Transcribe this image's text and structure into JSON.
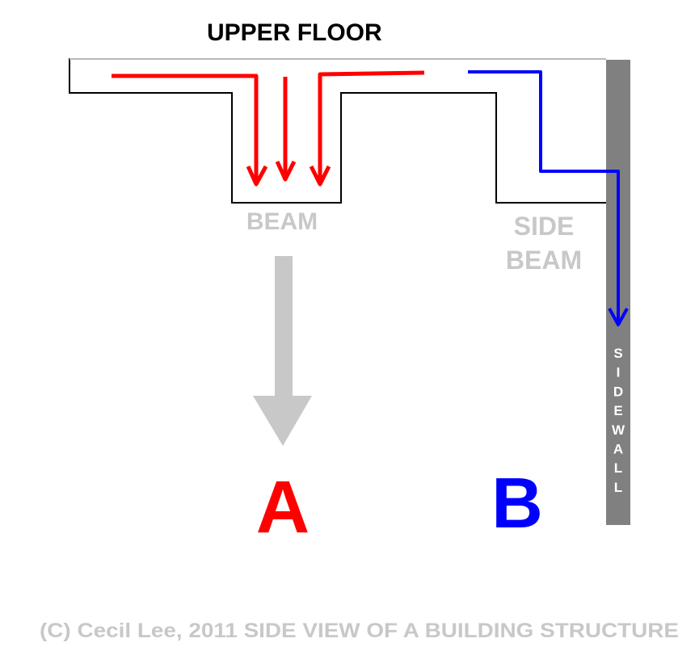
{
  "labels": {
    "upper_floor": "UPPER FLOOR",
    "beam": "BEAM",
    "side_beam_line1": "SIDE",
    "side_beam_line2": "BEAM",
    "sidewall_letters": [
      "S",
      "I",
      "D",
      "E",
      "W",
      "A",
      "L",
      "L"
    ],
    "point_a": "A",
    "point_b": "B",
    "caption": "(C) Cecil Lee, 2011  SIDE VIEW OF A BUILDING STRUCTURE"
  },
  "colors": {
    "path_a": "#ff0000",
    "path_b": "#0000ff",
    "structure_outline": "#000000",
    "structure_outline_light": "#b8b8b8",
    "label_gray": "#c8c8c8",
    "sidewall_fill": "#808080",
    "load_arrow": "#c8c8c8"
  }
}
